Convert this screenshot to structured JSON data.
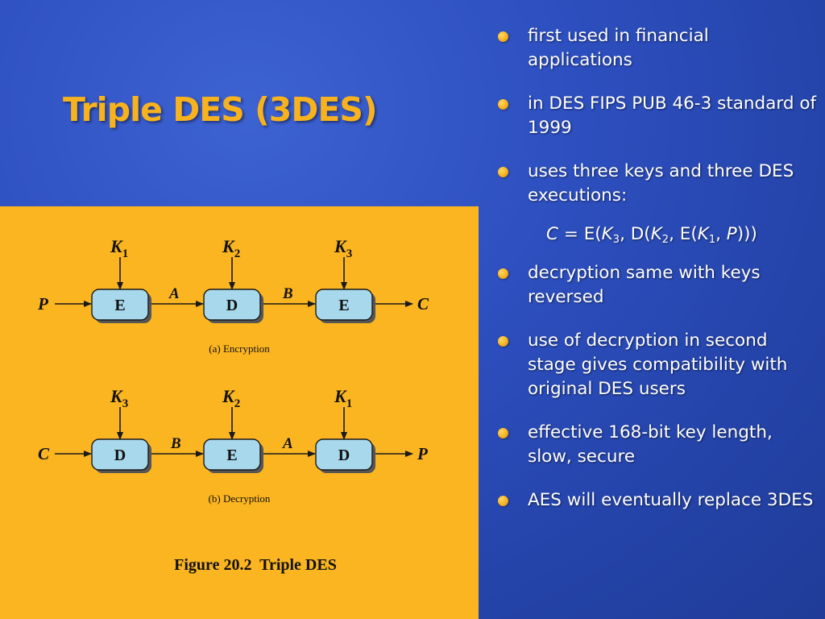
{
  "slide": {
    "title": "Triple DES (3DES)"
  },
  "bullets": [
    "first used in financial applications",
    "in DES FIPS PUB 46-3 standard of 1999",
    "uses three keys and three DES executions:",
    "decryption same with keys reversed",
    "use of decryption in second stage gives compatibility with original DES users",
    "effective 168-bit key length, slow, secure",
    "AES will eventually replace 3DES"
  ],
  "formula": {
    "lhs": "C",
    "eq": " = E(",
    "k3": "K",
    "k3_sub": "3",
    "mid1": ", D(",
    "k2": "K",
    "k2_sub": "2",
    "mid2": ", E(",
    "k1": "K",
    "k1_sub": "1",
    "mid3": ", ",
    "p": "P",
    "close": ")))"
  },
  "figure": {
    "caption": "Figure 20.2  Triple DES",
    "encryption": {
      "label": "(a) Encryption",
      "input": "P",
      "output": "C",
      "keys": [
        {
          "letter": "K",
          "sub": "1"
        },
        {
          "letter": "K",
          "sub": "2"
        },
        {
          "letter": "K",
          "sub": "3"
        }
      ],
      "boxes": [
        "E",
        "D",
        "E"
      ],
      "links": [
        "A",
        "B"
      ]
    },
    "decryption": {
      "label": "(b) Decryption",
      "input": "C",
      "output": "P",
      "keys": [
        {
          "letter": "K",
          "sub": "3"
        },
        {
          "letter": "K",
          "sub": "2"
        },
        {
          "letter": "K",
          "sub": "1"
        }
      ],
      "boxes": [
        "D",
        "E",
        "D"
      ],
      "links": [
        "B",
        "A"
      ]
    }
  },
  "colors": {
    "accent": "#f7b21e",
    "panel": "#fbb520",
    "box_fill": "#a7d8ec",
    "background": "#2d4fbf"
  }
}
